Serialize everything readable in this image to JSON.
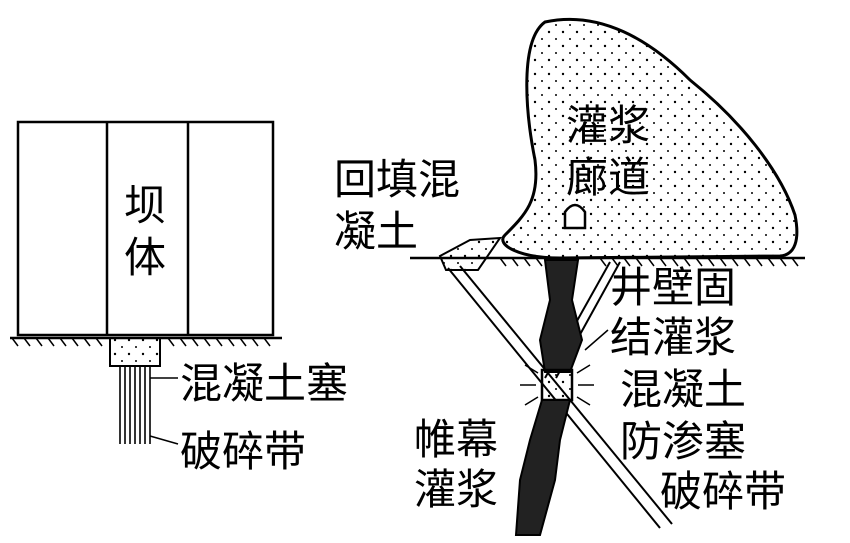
{
  "left": {
    "dam_body": [
      "坝",
      "体"
    ],
    "concrete_plug": "混凝土塞",
    "fracture_zone": "破碎带"
  },
  "right": {
    "grouting_gallery": [
      "灌浆",
      "廊道"
    ],
    "backfill_concrete": [
      "回填混",
      "凝土"
    ],
    "shaft_wall_grouting": [
      "井壁固",
      "结灌浆"
    ],
    "antiseepage_plug": [
      "混凝土",
      "防渗塞"
    ],
    "curtain_grouting": [
      "帷幕",
      "灌浆"
    ],
    "fracture_zone": "破碎带"
  }
}
